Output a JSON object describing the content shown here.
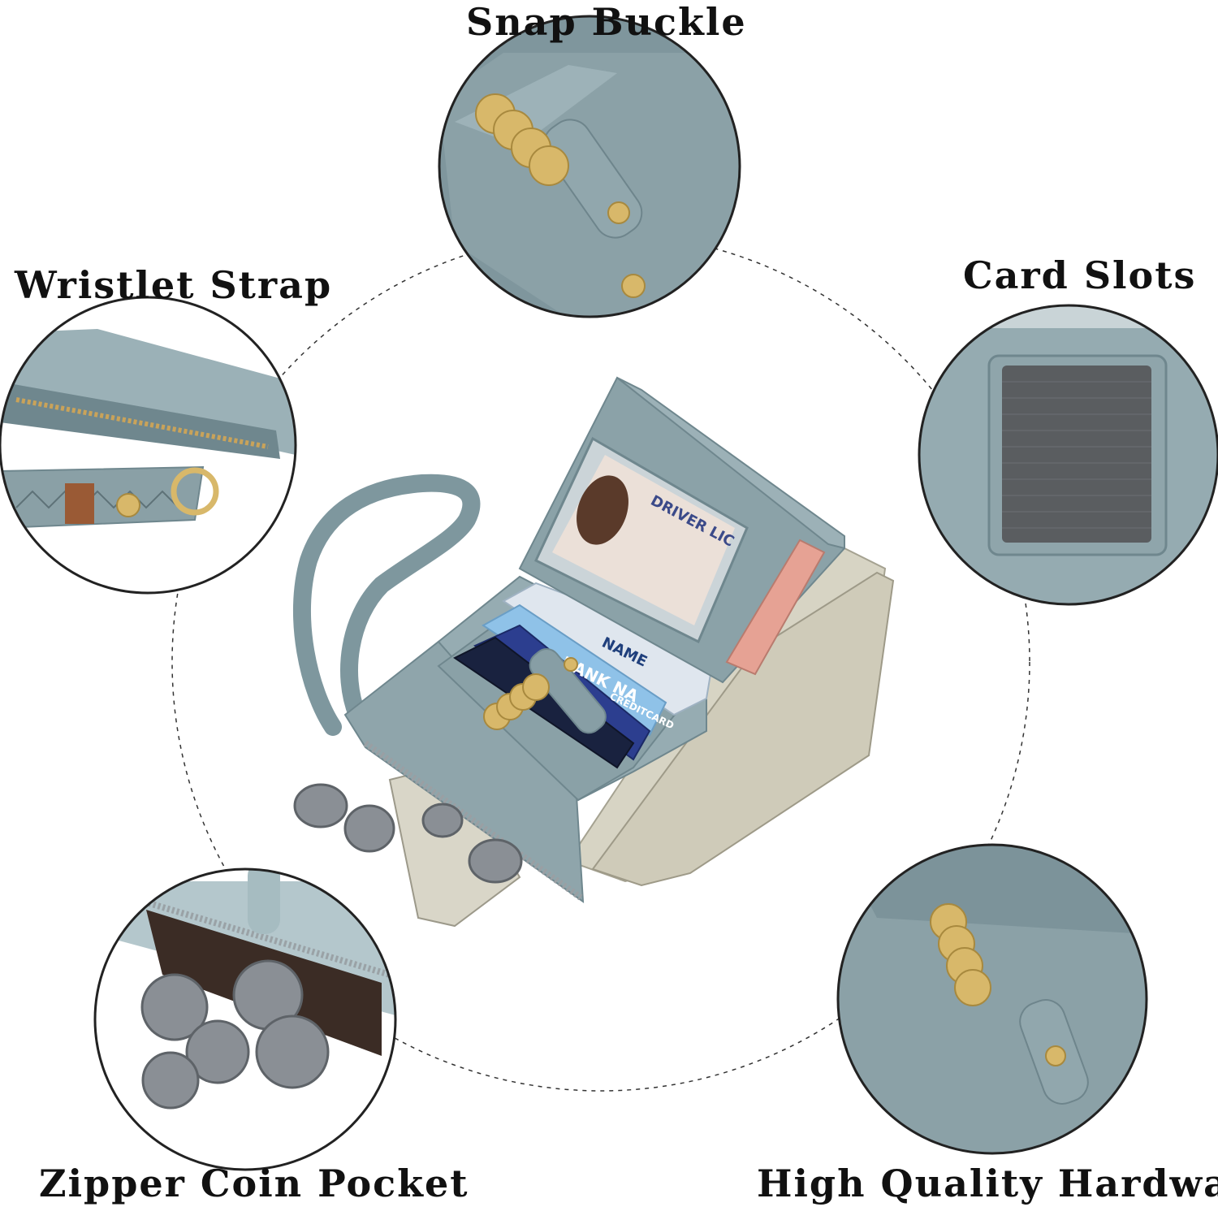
{
  "labels": {
    "snap_buckle": "Snap Buckle",
    "wristlet_strap": "Wristlet Strap",
    "card_slots": "Card Slots",
    "zipper_coin_pocket": "Zipper Coin Pocket",
    "high_quality_hardware": "High Quality Hardware"
  },
  "card_text": {
    "driver_license": "DRIVER LIC",
    "bank_name": "BANK NA",
    "card_name": "NAME",
    "credit_card": "CREDITCARD"
  },
  "colors": {
    "wallet": "#8fa5ab",
    "wallet_dark": "#6f878e",
    "gold": "#d8b86a",
    "coin": "#8a8f95",
    "cash": "#d9d6c8"
  }
}
